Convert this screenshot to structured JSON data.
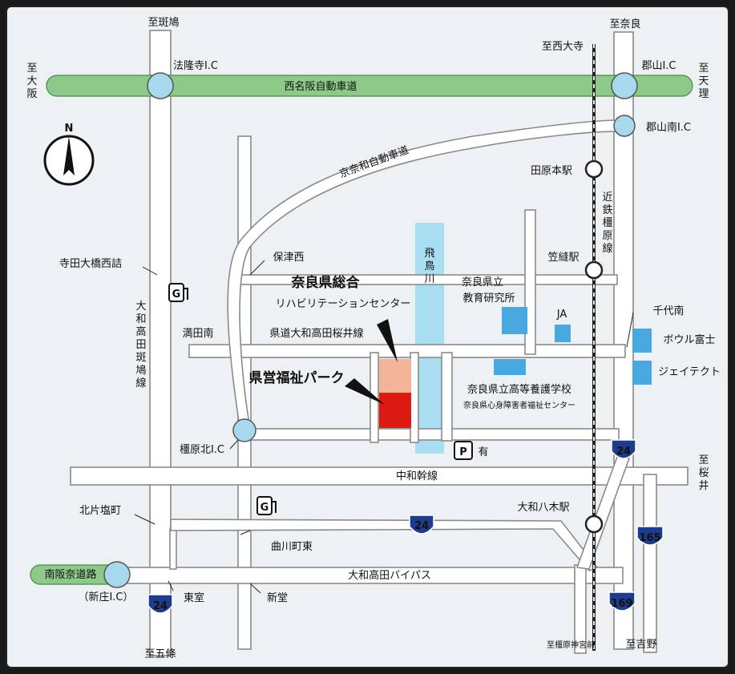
{
  "directions": {
    "to_ikaruga": "至斑鳩",
    "to_nara": "至奈良",
    "to_nishiotera": "至西大寺",
    "to_osaka": [
      "至",
      "大",
      "阪"
    ],
    "to_tenri": [
      "至",
      "天",
      "理"
    ],
    "to_sakurai": [
      "至",
      "桜",
      "井"
    ],
    "to_gojo": "至五條",
    "to_kashiharajingu": "至橿原神宮前",
    "to_yoshino": "至吉野"
  },
  "roads": {
    "nishi_meihan": "西名阪自動車道",
    "keinawa": "京奈和自動車道",
    "prefectural_road": "県道大和高田桜井線",
    "chuwa_kansen": "中和幹線",
    "yamato_takada_bypass": "大和高田バイパス",
    "minami_hanna": "南阪奈道路",
    "yamato_takada_ikaruga": [
      "大",
      "和",
      "高",
      "田",
      "斑",
      "鳩",
      "線"
    ],
    "kintetsu_kashihara": [
      "近",
      "鉄",
      "橿",
      "原",
      "線"
    ],
    "river_asuka": [
      "飛",
      "鳥",
      "川"
    ]
  },
  "interchanges": {
    "horyuji": "法隆寺I.C",
    "koriyama": "郡山I.C",
    "koriyama_minami": "郡山南I.C",
    "kashihara_kita": "橿原北I.C",
    "shinjo": "（新庄I.C）"
  },
  "stations": {
    "taharamoto": "田原本駅",
    "kasanui": "笠縫駅",
    "yamato_yagi": "大和八木駅"
  },
  "places": {
    "teradaohashi_nishizume": "寺田大橋西詰",
    "hozu_nishi": "保津西",
    "mandaminami": "満田南",
    "kitakatashio": "北片塩町",
    "magarikawa_higashi": "曲川町東",
    "higashimuro": "東室",
    "shindo": "新堂",
    "chiyominami": "千代南",
    "kyoiku_kenkyujo_1": "奈良県立",
    "kyoiku_kenkyujo_2": "教育研究所",
    "ja": "JA",
    "bowl_fuji": "ボウル富士",
    "jeitekuto": "ジェイテクト",
    "kotoyogo": "奈良県立高等養護学校",
    "shinshin_center": "奈良県心身障害者福祉センター",
    "rehab_center_1": "奈良県総合",
    "rehab_center_2": "リハビリテーションセンター",
    "fukushi_park": "県営福祉パーク",
    "parking_note": "有"
  },
  "route_numbers": {
    "r24_a": "24",
    "r24_b": "24",
    "r24_c": "24",
    "r165": "165",
    "r169": "169"
  },
  "symbols": {
    "north": "N",
    "gas": "G",
    "parking": "P"
  },
  "colors": {
    "background": "#eef1f3",
    "expressway": "#8ec98a",
    "interchange": "#a8d8ee",
    "river": "#a9ddf2",
    "facility_blue": "#4aa8e0",
    "rehab_center": "#f3b49a",
    "fukushi_park": "#dd1a12",
    "route_shield": "#1e3c8c"
  }
}
